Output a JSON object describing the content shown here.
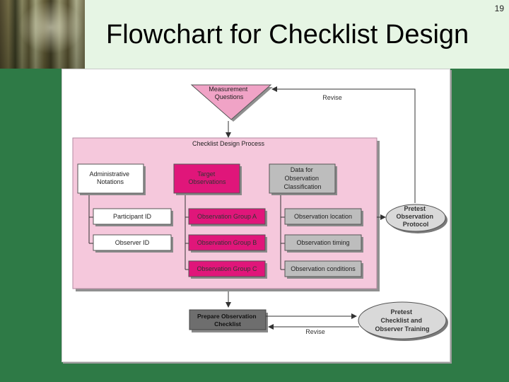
{
  "slide": {
    "page_number": "19",
    "title": "Flowchart for Checklist Design"
  },
  "diagram": {
    "measurement_questions": [
      "Measurement",
      "Questions"
    ],
    "revise_top": "Revise",
    "process_title": "Checklist Design Process",
    "admin_notations": [
      "Administrative",
      "Notations"
    ],
    "target_observations": [
      "Target",
      "Observations"
    ],
    "data_classification": [
      "Data for",
      "Observation",
      "Classification"
    ],
    "participant_id": "Participant ID",
    "observer_id": "Observer ID",
    "group_a": "Observation Group A",
    "group_b": "Observation Group B",
    "group_c": "Observation Group C",
    "location": "Observation location",
    "timing": "Observation timing",
    "conditions": "Observation conditions",
    "pretest_protocol": [
      "Pretest",
      "Observation",
      "Protocol"
    ],
    "prepare_checklist": [
      "Prepare Observation",
      "Checklist"
    ],
    "pretest_checklist": [
      "Pretest",
      "Checklist and",
      "Observer Training"
    ],
    "revise_bottom": "Revise"
  },
  "colors": {
    "slide_bg": "#2e7a46",
    "header_bg": "#e6f5e4",
    "process_bg": "#f5c8dc",
    "magenta": "#e0167a",
    "gray_box": "#bdbdbd",
    "dark_gray": "#6e6e6e"
  }
}
